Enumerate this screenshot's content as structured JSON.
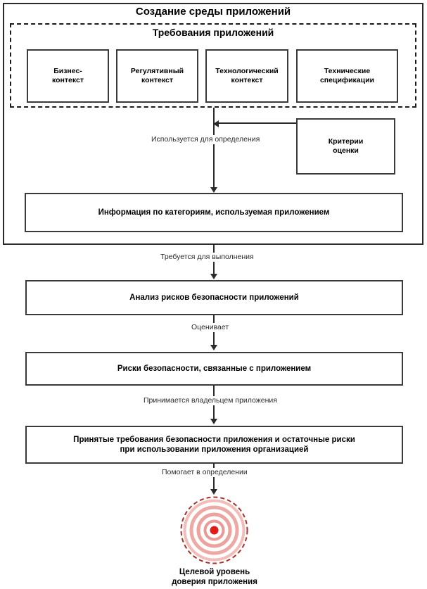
{
  "diagram": {
    "title": "Создание среды приложений",
    "requirements_group": {
      "title": "Требования приложений",
      "boxes": [
        {
          "label": "Бизнес-\nконтекст"
        },
        {
          "label": "Регулятивный\nконтекст"
        },
        {
          "label": "Технологический\nконтекст"
        },
        {
          "label": "Технические\nспецификации"
        }
      ]
    },
    "criteria_box": {
      "label": "Критерии\nоценки"
    },
    "info_box": {
      "label": "Информация по категориям, используемая приложением"
    },
    "flow_boxes": [
      {
        "label": "Анализ рисков безопасности приложений"
      },
      {
        "label": "Риски безопасности, связанные с приложением"
      },
      {
        "label": "Принятые требования безопасности приложения и остаточные риски\nпри использовании приложения организацией"
      }
    ],
    "edge_labels": [
      {
        "text": "Используется для определения"
      },
      {
        "text": "Требуется для выполнения"
      },
      {
        "text": "Оценивает"
      },
      {
        "text": "Принимается владельцем приложения"
      },
      {
        "text": "Помогает в определении"
      }
    ],
    "target": {
      "caption": "Целевой уровень\nдоверия приложения",
      "ring_colors": [
        "#a8322a",
        "#f0b4b0",
        "#eda5a0",
        "#e8938c",
        "#e31b16"
      ],
      "center_color": "#e31b16"
    },
    "colors": {
      "border": "#2b2b2b",
      "box_border": "#3a3a3a",
      "text": "#000000",
      "label_text": "#2b2b2b",
      "background": "#ffffff"
    }
  }
}
